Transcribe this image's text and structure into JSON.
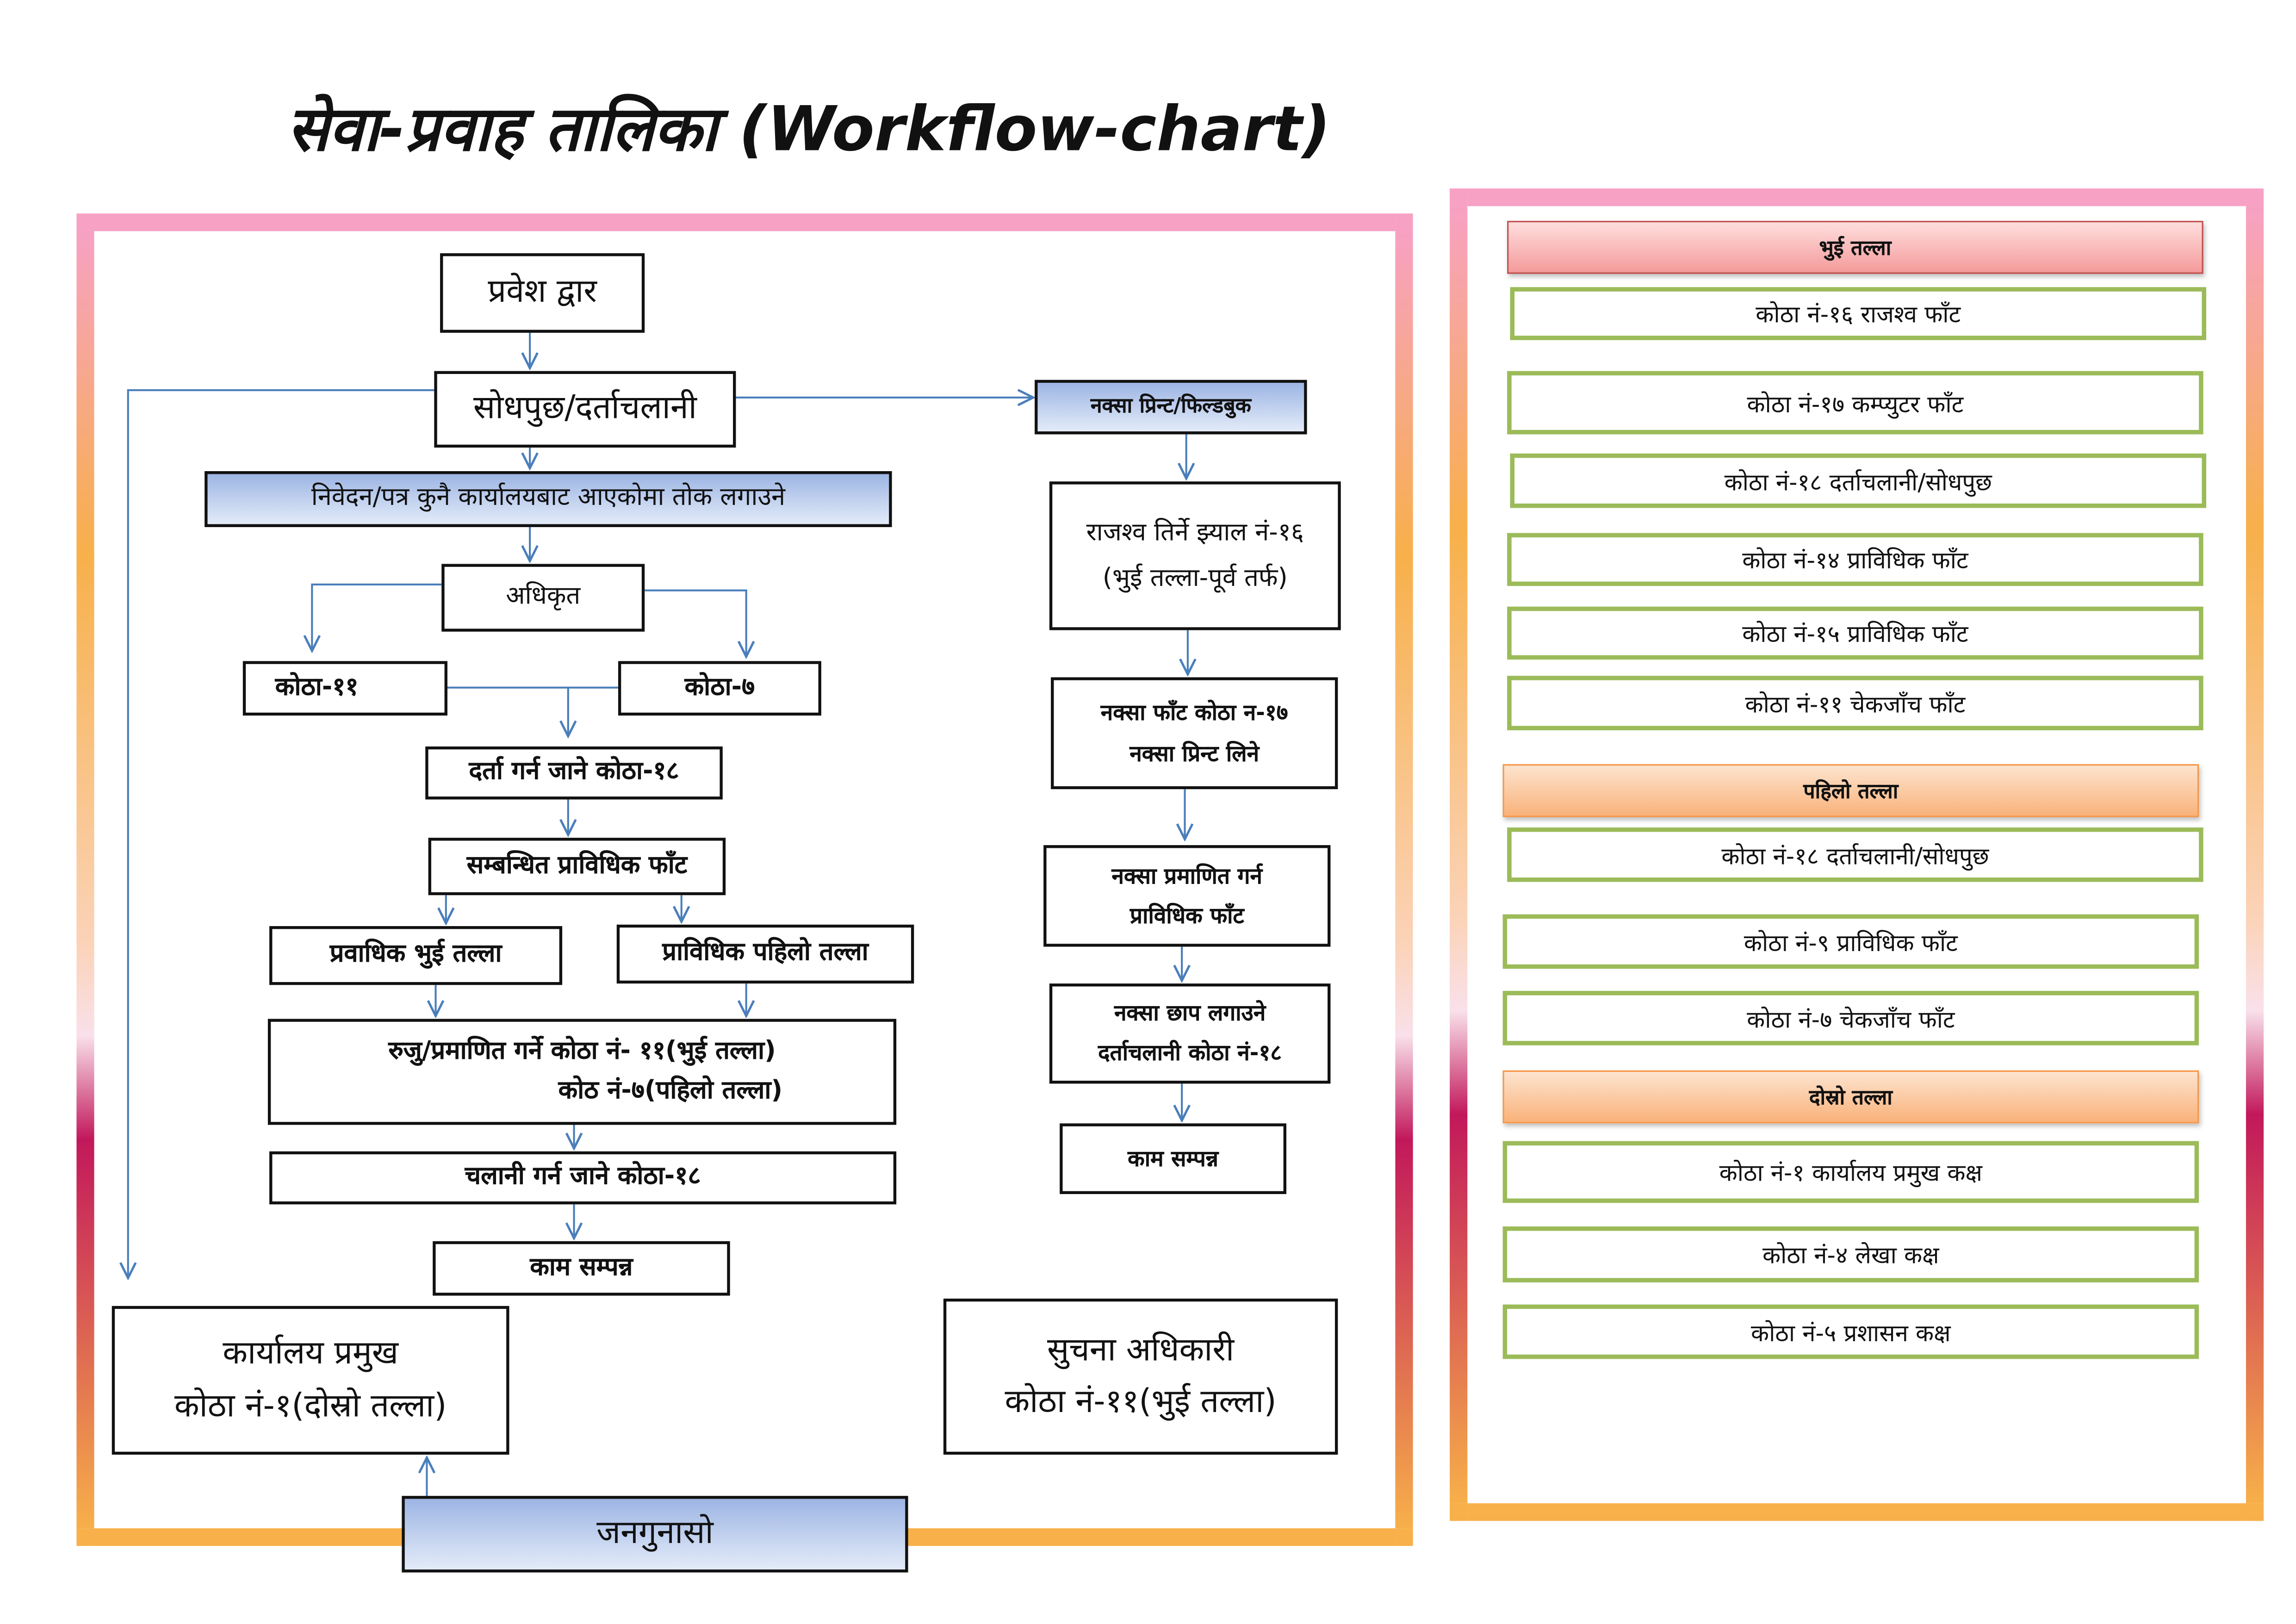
{
  "title": "सेवा-प्रवाह तालिका (Workflow-chart)",
  "flow": {
    "entry": "प्रवेश द्वार",
    "inquiry": "सोधपुछ/दर्ताचलानी",
    "application": "निवेदन/पत्र कुनै कार्यालयबाट आएकोमा तोक लगाउने",
    "authorized": "अधिकृत",
    "room11": "कोठा-११",
    "room7": "कोठा-७",
    "register18": "दर्ता गर्न जाने कोठा-१८",
    "technical": "सम्बन्धित प्राविधिक फाँट",
    "tech_ground": "प्रवाधिक भुई तल्ला",
    "tech_first": "प्राविधिक पहिलो तल्ला",
    "verify_line1": "रुजु/प्रमाणित गर्ने कोठा नं- ११(भुई तल्ला)",
    "verify_line2": "कोठ नं-७(पहिलो तल्ला)",
    "dispatch": "चलानी गर्न जाने कोठा-१८",
    "done_left": "काम सम्पन्न",
    "head_line1": "कार्यालय प्रमुख",
    "head_line2": "कोठा नं-१(दोस्रो तल्ला)",
    "info_line1": "सुचना अधिकारी",
    "info_line2": "कोठा नं-११(भुई तल्ला)",
    "complaint": "जनगुनासो",
    "map_print": "नक्सा प्रिन्ट/फिल्डबुक",
    "revenue_line1": "राजश्व तिर्ने झ्याल नं-१६",
    "revenue_line2": "(भुई तल्ला-पूर्व तर्फ)",
    "map_branch_line1": "नक्सा फाँट कोठा न-१७",
    "map_branch_line2": "नक्सा प्रिन्ट लिने",
    "certify_line1": "नक्सा प्रमाणित गर्न",
    "certify_line2": "प्राविधिक फाँट",
    "stamp_line1": "नक्सा छाप लगाउने",
    "stamp_line2": "दर्ताचलानी कोठा नं-१८",
    "done_right": "काम सम्पन्न"
  },
  "directory": {
    "ground": {
      "header": "भुई तल्ला",
      "items": [
        "कोठा नं-१६ राजश्व फाँट",
        "कोठा नं-१७ कम्प्युटर फाँट",
        "कोठा नं-१८ दर्ताचलानी/सोधपुछ",
        "कोठा नं-१४ प्राविधिक फाँट",
        "कोठा नं-१५ प्राविधिक फाँट",
        "कोठा नं-११ चेकजाँच फाँट"
      ]
    },
    "first": {
      "header": "पहिलो तल्ला",
      "items": [
        "कोठा नं-१८ दर्ताचलानी/सोधपुछ",
        "कोठा नं-९ प्राविधिक फाँट",
        "कोठा नं-७ चेकजाँच फाँट"
      ]
    },
    "second": {
      "header": "दोस्रो तल्ला",
      "items": [
        "कोठा नं-१ कार्यालय प्रमुख कक्ष",
        "कोठा नं-४ लेखा कक्ष",
        "कोठा नं-५ प्रशासन कक्ष"
      ]
    }
  },
  "colors": {
    "arrow": "#4a7ebb",
    "item_border": "#9bbb59"
  }
}
